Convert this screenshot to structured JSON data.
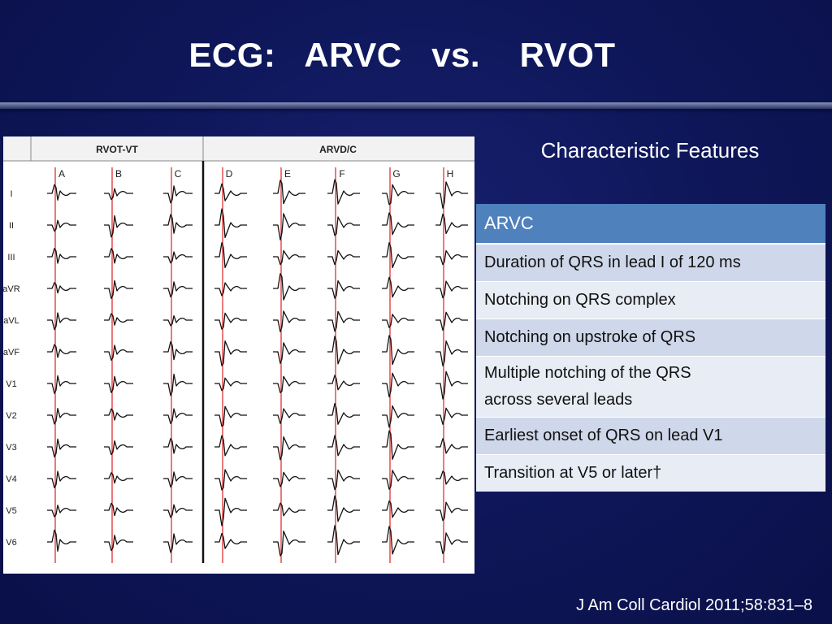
{
  "slide": {
    "title": "ECG:   ARVC   vs.    RVOT",
    "features_heading": "Characteristic Features",
    "citation": "J Am Coll Cardiol 2011;58:831–8"
  },
  "ecg_figure": {
    "groups": [
      "RVOT-VT",
      "ARVD/C"
    ],
    "columns": [
      "A",
      "B",
      "C",
      "D",
      "E",
      "F",
      "G",
      "H"
    ],
    "leads": [
      "I",
      "II",
      "III",
      "aVR",
      "aVL",
      "aVF",
      "V1",
      "V2",
      "V3",
      "V4",
      "V5",
      "V6"
    ]
  },
  "table": {
    "header": "ARVC",
    "rows": [
      {
        "line1": "Duration of QRS in lead I of 120 ms",
        "line2": ""
      },
      {
        "line1": "Notching on QRS complex",
        "line2": ""
      },
      {
        "line1": "Notching on upstroke of QRS",
        "line2": ""
      },
      {
        "line1": "Multiple notching of the QRS",
        "line2": "across several leads"
      },
      {
        "line1": "Earliest onset of QRS on lead V1",
        "line2": ""
      },
      {
        "line1": "Transition at V5 or later†",
        "line2": ""
      }
    ]
  },
  "colors": {
    "background": "#0c1452",
    "table_header": "#4f81bd",
    "row_odd": "#cfd8ea",
    "row_even": "#e8ecf5",
    "marker_line": "#e02020"
  }
}
